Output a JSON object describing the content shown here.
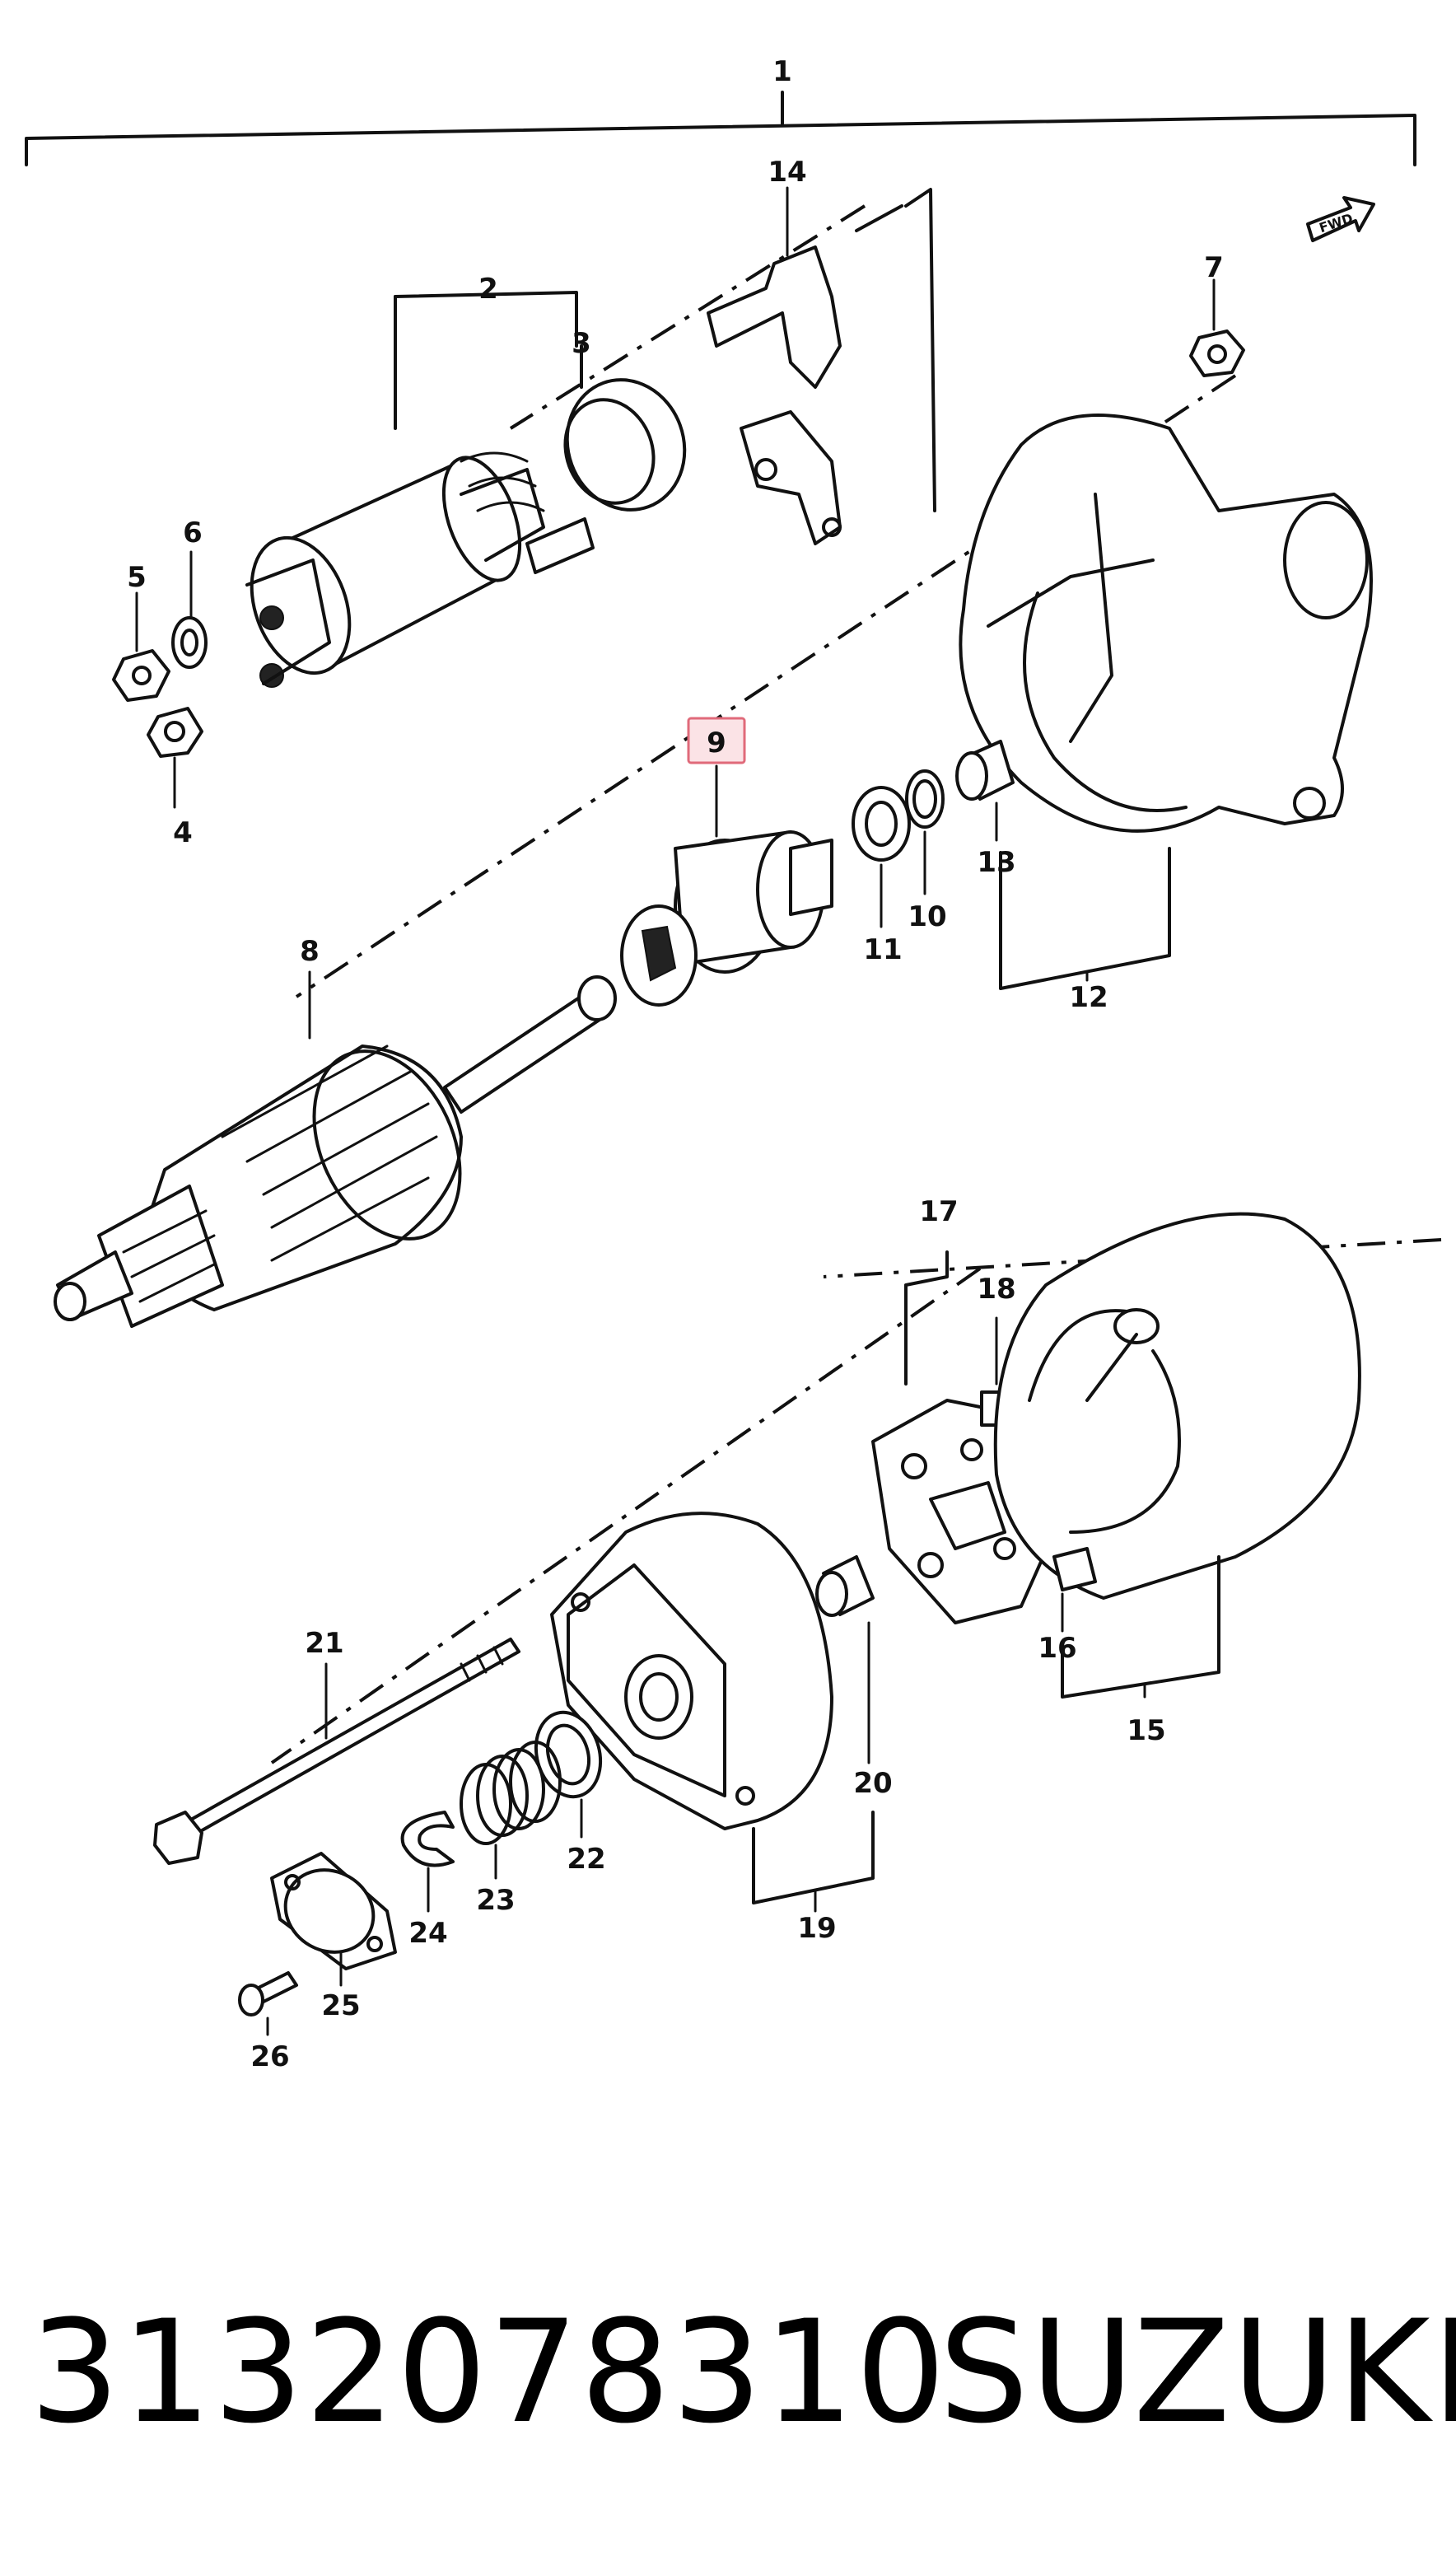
{
  "callouts": {
    "c1": "1",
    "c2": "2",
    "c3": "3",
    "c4": "4",
    "c5": "5",
    "c6": "6",
    "c7": "7",
    "c8": "8",
    "c9": "9",
    "c10": "10",
    "c11": "11",
    "c12": "12",
    "c13": "13",
    "c14": "14",
    "c15": "15",
    "c16": "16",
    "c17": "17",
    "c18": "18",
    "c19": "19",
    "c20": "20",
    "c21": "21",
    "c22": "22",
    "c23": "23",
    "c24": "24",
    "c25": "25",
    "c26": "26"
  },
  "highlighted_callout": "9",
  "highlight_color": "#e06a7a",
  "front_arrow_label": "FWD",
  "footer": {
    "part_number": "3132078310",
    "brand": "SUZUKI"
  }
}
